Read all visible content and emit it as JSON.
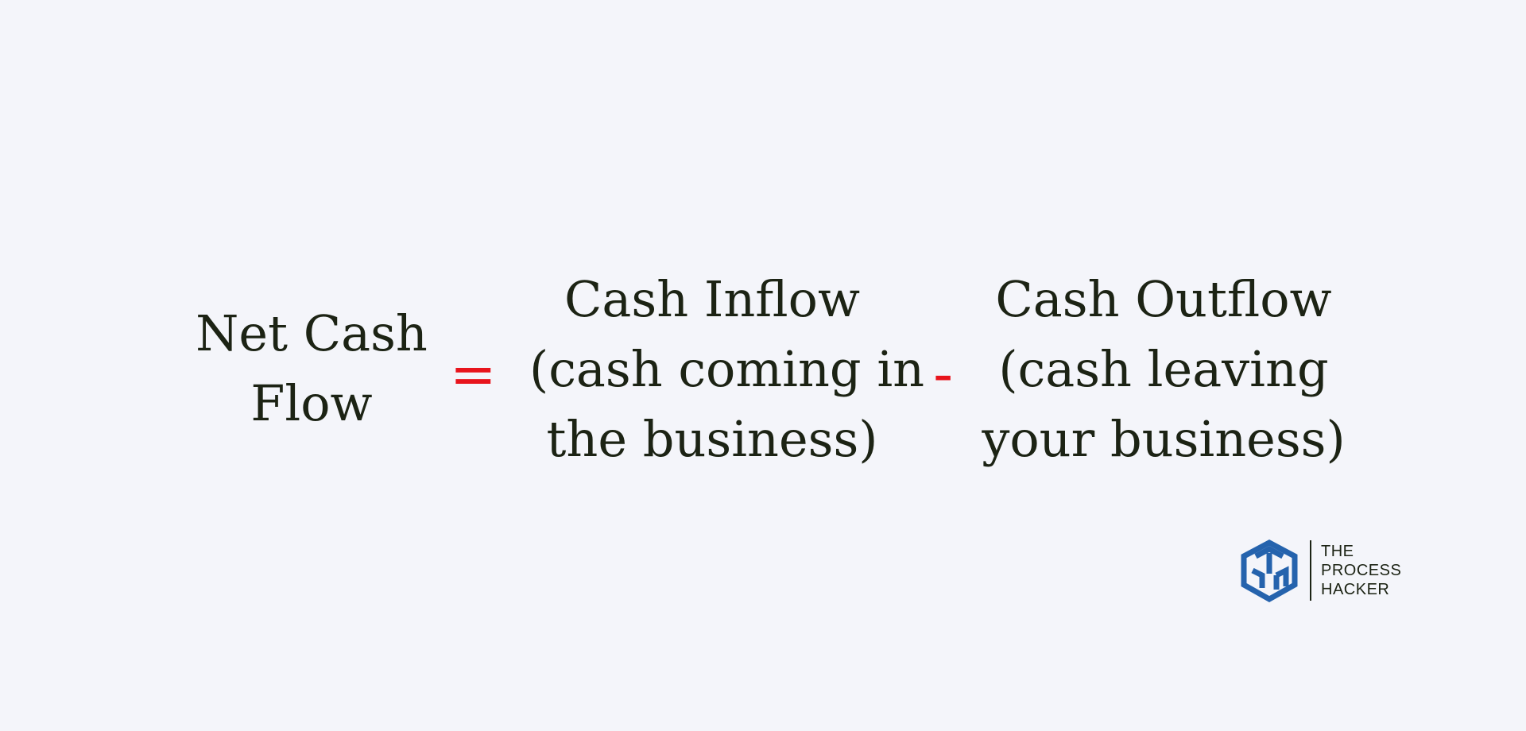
{
  "formula": {
    "lhs": {
      "lines": [
        "Net Cash",
        "Flow"
      ]
    },
    "equals": "=",
    "inflow": {
      "lines": [
        "Cash Inflow",
        "(cash coming in",
        "the business)"
      ]
    },
    "minus": "-",
    "outflow": {
      "lines": [
        "Cash Outflow",
        "(cash leaving",
        "your business)"
      ]
    }
  },
  "logo": {
    "lines": [
      "THE",
      "PROCESS",
      "HACKER"
    ],
    "color": "#2563ad"
  },
  "colors": {
    "text": "#1c2314",
    "operator": "#e8141c",
    "background": "#f4f5fa"
  }
}
